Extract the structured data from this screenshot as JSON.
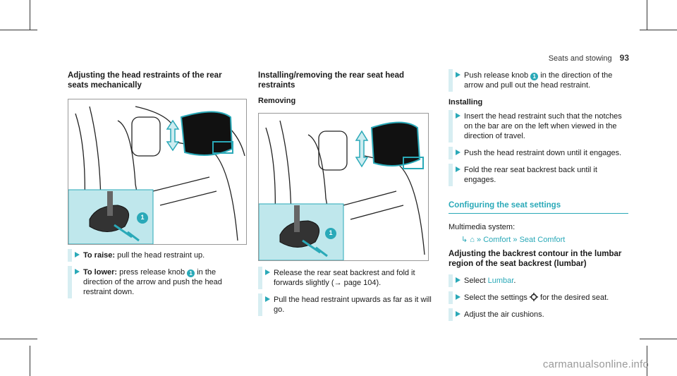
{
  "header": {
    "section": "Seats and stowing",
    "page": "93"
  },
  "left": {
    "heading": "Adjusting the head restraints of the rear seats mechanically",
    "step1_bold": "To raise:",
    "step1_text": "pull the head restraint up.",
    "step2_bold": "To lower:",
    "step2_text_a": "press release knob",
    "step2_num": "1",
    "step2_text_b": "in the direction of the arrow and push the head restraint down."
  },
  "middle": {
    "heading": "Installing/removing the rear seat head restraints",
    "subheading": "Removing",
    "step1": "Release the rear seat backrest and fold it forwards slightly (→ page 104).",
    "step2": "Pull the head restraint upwards as far as it will go."
  },
  "right": {
    "step0_a": "Push release knob",
    "step0_num": "1",
    "step0_b": "in the direction of the arrow and pull out the head restraint.",
    "installing": "Installing",
    "step1": "Insert the head restraint such that the notches on the bar are on the left when viewed in the direction of travel.",
    "step2": "Push the head restraint down until it engages.",
    "step3": "Fold the rear seat backrest back until it engages.",
    "section": "Configuring the seat settings",
    "multimedia": "Multimedia system:",
    "path_home": "⌂",
    "path_1": "Comfort",
    "path_2": "Seat Comfort",
    "heading2": "Adjusting the backrest contour in the lumbar region of the seat backrest (lumbar)",
    "s1_a": "Select",
    "s1_link": "Lumbar",
    "s1_b": ".",
    "s2_a": "Select the settings",
    "s2_b": "for the desired seat.",
    "s3": "Adjust the air cushions."
  },
  "figure_left": {
    "callout": "1"
  },
  "figure_mid": {
    "callout": "1"
  },
  "footer": {
    "watermark": "carmanualsonline.info"
  }
}
